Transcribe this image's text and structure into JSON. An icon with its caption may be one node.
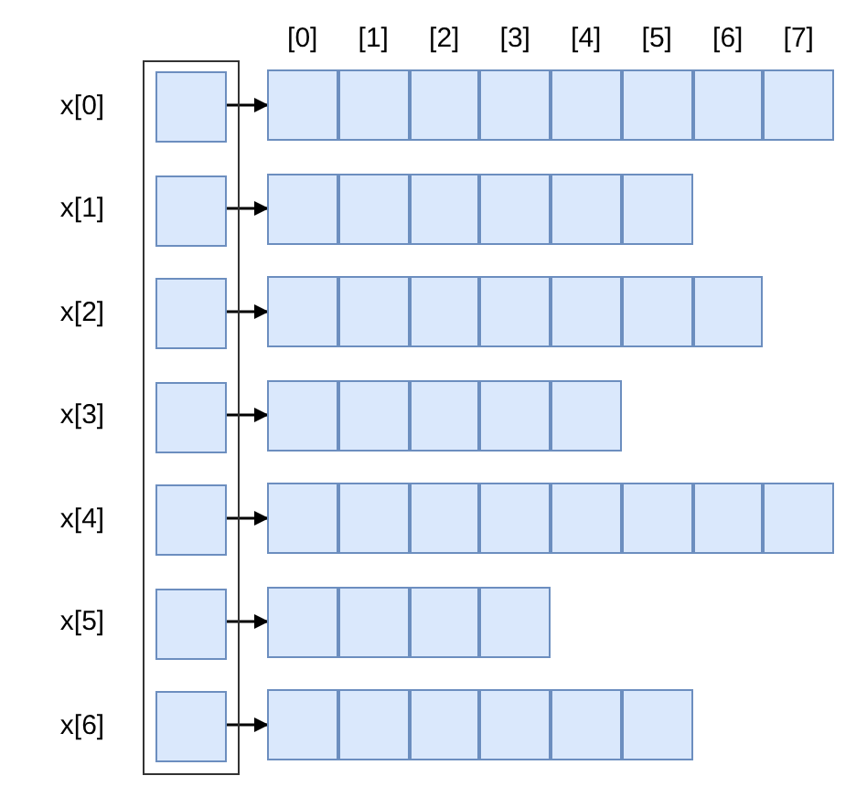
{
  "diagram": {
    "nodes": [
      {
        "text": [],
        "shape": "box"
      },
      {
        "text": [],
        "shape": "box",
        "in": 0
      },
      {
        "text": [],
        "shape": "box",
        "in": 0
      },
      {
        "text": [],
        "shape": "box",
        "in": 0
      },
      {
        "text": [],
        "shape": "box",
        "in": 0
      },
      {
        "text": [],
        "shape": "box",
        "in": 0
      },
      {
        "text": [],
        "shape": "box",
        "in": 0
      },
      {
        "text": [],
        "shape": "box",
        "in": 0
      },
      {
        "text": [],
        "shape": "box"
      },
      {
        "text": [],
        "shape": "box"
      },
      {
        "text": [],
        "shape": "box"
      },
      {
        "text": [],
        "shape": "box"
      },
      {
        "text": [],
        "shape": "box"
      },
      {
        "text": [],
        "shape": "box"
      },
      {
        "text": [],
        "shape": "box"
      },
      {
        "text": [],
        "shape": "box"
      },
      {
        "text": [],
        "shape": "box"
      },
      {
        "text": [],
        "shape": "box"
      },
      {
        "text": [],
        "shape": "box"
      },
      {
        "text": [],
        "shape": "box"
      },
      {
        "text": [],
        "shape": "box"
      },
      {
        "text": [],
        "shape": "box"
      },
      {
        "text": [],
        "shape": "box"
      },
      {
        "text": [],
        "shape": "box"
      },
      {
        "text": [],
        "shape": "box"
      },
      {
        "text": [],
        "shape": "box"
      },
      {
        "text": [],
        "shape": "box"
      },
      {
        "text": [],
        "shape": "box"
      },
      {
        "text": [],
        "shape": "box"
      },
      {
        "text": [],
        "shape": "box"
      },
      {
        "text": [],
        "shape": "box"
      },
      {
        "text": [],
        "shape": "box"
      },
      {
        "text": [],
        "shape": "box"
      },
      {
        "text": [],
        "shape": "box"
      },
      {
        "text": [],
        "shape": "box"
      },
      {
        "text": [],
        "shape": "box"
      },
      {
        "text": [],
        "shape": "box"
      },
      {
        "text": [],
        "shape": "box"
      },
      {
        "text": [],
        "shape": "box"
      },
      {
        "text": [],
        "shape": "box"
      },
      {
        "text": [],
        "shape": "box"
      },
      {
        "text": [],
        "shape": "box"
      },
      {
        "text": [],
        "shape": "box"
      },
      {
        "text": [],
        "shape": "box"
      },
      {
        "text": [],
        "shape": "box"
      },
      {
        "text": [],
        "shape": "box"
      },
      {
        "text": [],
        "shape": "box"
      },
      {
        "text": [],
        "shape": "box"
      },
      {
        "text": [],
        "shape": "box"
      },
      {
        "text": [],
        "shape": "box"
      },
      {
        "text": [],
        "shape": "box"
      },
      {
        "text": [],
        "shape": "box"
      }
    ],
    "edges": [
      {
        "from": 1,
        "to": 8,
        "arrow": "to"
      },
      {
        "from": 2,
        "to": 16,
        "arrow": "to"
      },
      {
        "from": 3,
        "to": 22,
        "arrow": "to"
      },
      {
        "from": 4,
        "to": 29,
        "arrow": "to"
      },
      {
        "from": 5,
        "to": 34,
        "arrow": "to"
      },
      {
        "from": 6,
        "to": 42,
        "arrow": "to"
      },
      {
        "from": 7,
        "to": 46,
        "arrow": "to"
      }
    ],
    "labels": [
      "[0]",
      "[1]",
      "[2]",
      "[3]",
      "[4]",
      "[5]",
      "[6]",
      "[7]",
      "x[0]",
      "x[1]",
      "x[2]",
      "x[3]",
      "x[4]",
      "x[5]",
      "x[6]"
    ]
  }
}
